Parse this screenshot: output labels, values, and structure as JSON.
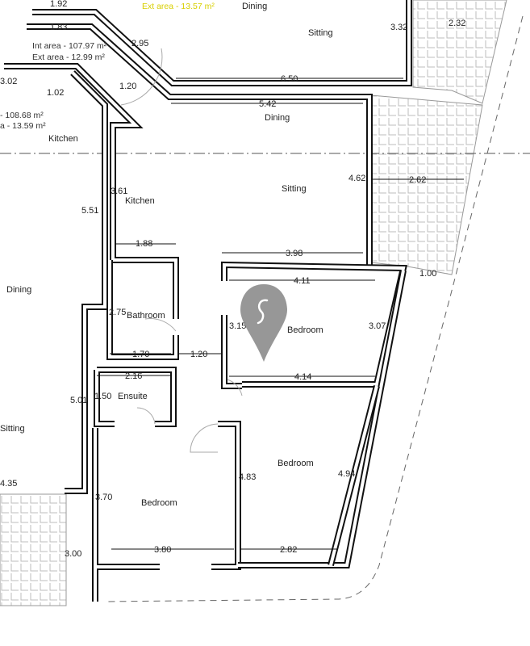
{
  "rooms": {
    "dining_top": "Dining",
    "sitting_top": "Sitting",
    "kitchen_left": "Kitchen",
    "dining_mid": "Dining",
    "sitting_mid": "Sitting",
    "kitchen": "Kitchen",
    "dining_left": "Dining",
    "bathroom": "Bathroom",
    "bedroom_1": "Bedroom",
    "ensuite": "Ensuite",
    "sitting_left": "Sitting",
    "bedroom_2": "Bedroom",
    "bedroom_3": "Bedroom"
  },
  "areas": {
    "int_area": "Int area - 107.97 m²",
    "ext_area": "Ext area - 12.99 m²",
    "int_area_left": "- 108.68 m²",
    "ext_area_left": "a - 13.59 m²",
    "ext_area_top": "Ext area - 13.57 m²"
  },
  "dimensions": {
    "d1": "1.92",
    "d2": "1.83",
    "d3": "2.95",
    "d4": "3.02",
    "d5": "1.02",
    "d6": "1.20",
    "d7": "3.32",
    "d8": "2.32",
    "d9": "6.50",
    "d10": "5.42",
    "d11": "4.62",
    "d12": "2.62",
    "d13": "3.61",
    "d14": "5.51",
    "d15": "1.88",
    "d16": "3.98",
    "d17": "4.11",
    "d18": "1.00",
    "d19": "2.75",
    "d20": "3.15",
    "d21": "3.07",
    "d22": "1.70",
    "d23": "1.20",
    "d24": "4.14",
    "d25": "2.16",
    "d26": "5.01",
    "d27": "1.50",
    "d28": "4.83",
    "d29": "4.94",
    "d30": "4.35",
    "d31": "3.70",
    "d32": "3.00",
    "d33": "3.80",
    "d34": "2.82"
  },
  "colors": {
    "wall": "#111111",
    "pin": "#8c8c8c",
    "highlight_text": "#e0d800"
  },
  "icons": {
    "location_pin": "map-pin-icon"
  }
}
